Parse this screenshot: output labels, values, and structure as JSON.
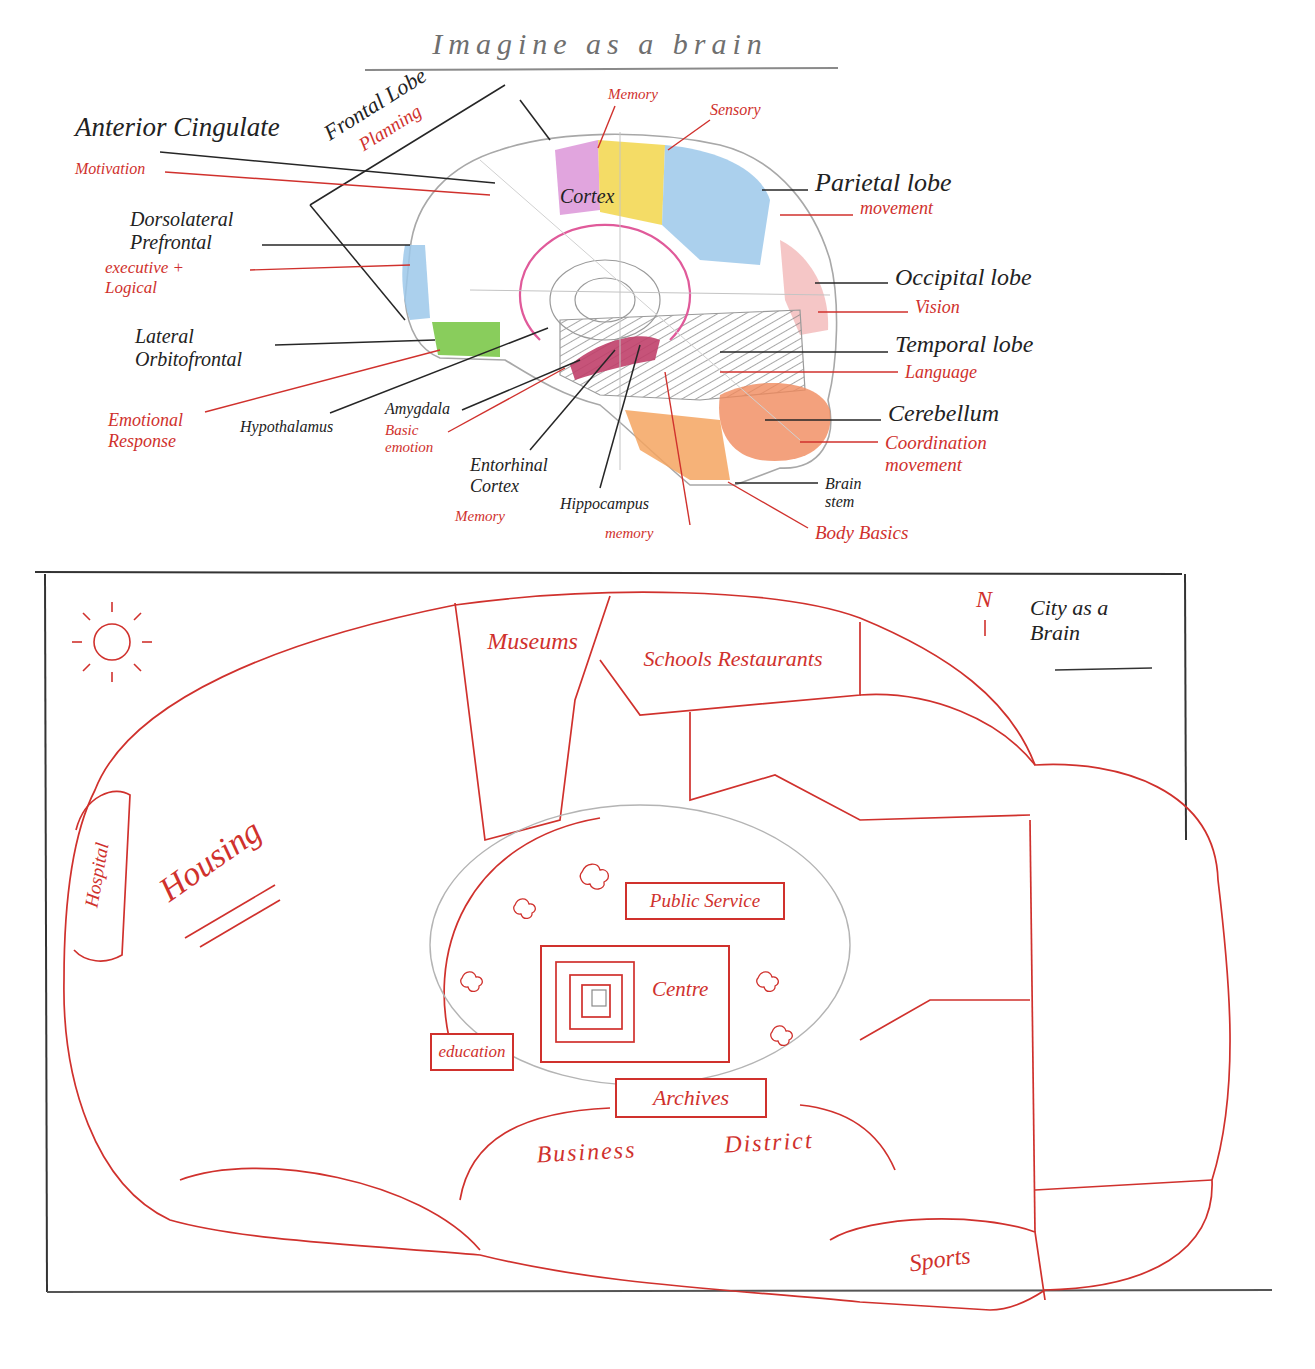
{
  "diagram": {
    "title": "Imagine as a brain",
    "nodes": [
      {
        "text": [
          "Museums"
        ]
      },
      {
        "text": [
          "Schools Restaurants"
        ]
      },
      {
        "text": [
          "Hospital"
        ]
      },
      {
        "text": [
          "Housing"
        ]
      },
      {
        "text": [
          "Public Service"
        ]
      },
      {
        "text": [
          "Centre"
        ]
      },
      {
        "text": [
          "education"
        ]
      },
      {
        "text": [
          "Archives"
        ]
      },
      {
        "text": [
          "Business District"
        ]
      },
      {
        "text": [
          "Sports"
        ]
      }
    ],
    "labels": [
      "Anterior Cingulate",
      "Motivation",
      "Frontal Lobe",
      "Planning",
      "Memory",
      "Sensory",
      "Cortex",
      "Parietal lobe",
      "movement",
      "Dorsolateral Prefrontal",
      "executive + Logical",
      "Occipital lobe",
      "Vision",
      "Lateral Orbitofrontal",
      "Temporal lobe",
      "Language",
      "Emotional Response",
      "Hypothalamus",
      "Amygdala",
      "Basic emotion",
      "Cerebellum",
      "Coordination movement",
      "Entorhinal Cortex",
      "Memory",
      "Hippocampus",
      "memory",
      "Brain stem",
      "Body Basics",
      "N",
      "City as a Brain"
    ]
  }
}
